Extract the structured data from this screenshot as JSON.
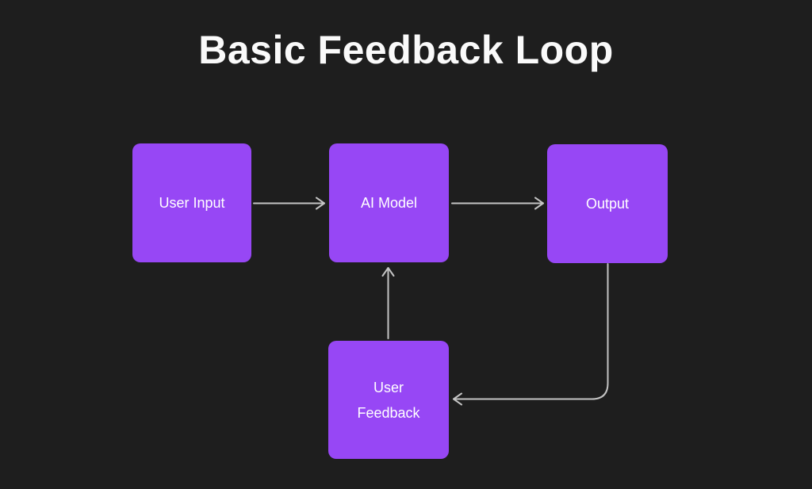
{
  "page": {
    "background_color": "#1e1e1e"
  },
  "title": {
    "text": "Basic Feedback Loop",
    "color": "#fafafa"
  },
  "diagram": {
    "node_fill_color": "#9747f5",
    "node_text_color": "#ffffff",
    "arrow_color": "#c4c4c4",
    "nodes": [
      {
        "id": "user-input",
        "label": "User Input"
      },
      {
        "id": "ai-model",
        "label": "AI Model"
      },
      {
        "id": "output",
        "label": "Output"
      },
      {
        "id": "user-feedback",
        "label": "User\nFeedback"
      }
    ],
    "edges": [
      {
        "from": "user-input",
        "to": "ai-model"
      },
      {
        "from": "ai-model",
        "to": "output"
      },
      {
        "from": "user-feedback",
        "to": "ai-model"
      },
      {
        "from": "output",
        "to": "user-feedback"
      }
    ]
  }
}
